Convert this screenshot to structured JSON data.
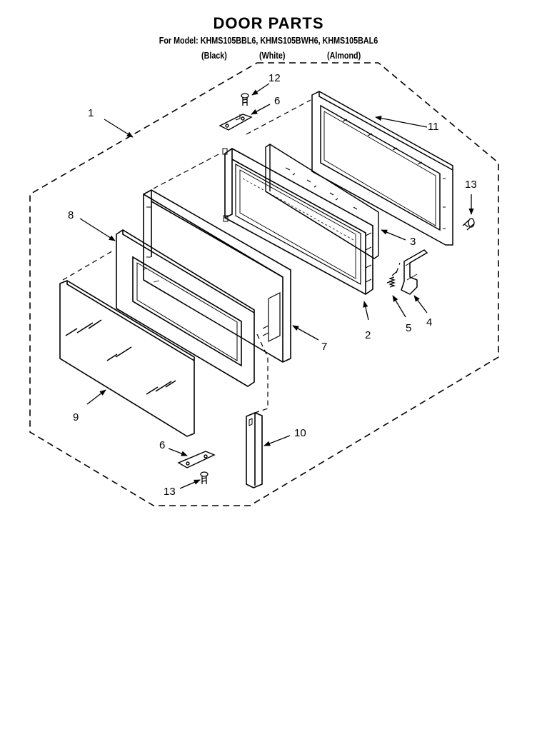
{
  "header": {
    "title": "DOOR PARTS",
    "model_line": "For Model: KHMS105BBL6, KHMS105BWH6, KHMS105BAL6",
    "colors": [
      "(Black)",
      "(White)",
      "(Almond)"
    ]
  },
  "diagram": {
    "callouts": [
      {
        "id": "1",
        "text": "1"
      },
      {
        "id": "12",
        "text": "12"
      },
      {
        "id": "6",
        "text": "6"
      },
      {
        "id": "11",
        "text": "11"
      },
      {
        "id": "13",
        "text": "13"
      },
      {
        "id": "8",
        "text": "8"
      },
      {
        "id": "3",
        "text": "3"
      },
      {
        "id": "4",
        "text": "4"
      },
      {
        "id": "5",
        "text": "5"
      },
      {
        "id": "2",
        "text": "2"
      },
      {
        "id": "7",
        "text": "7"
      },
      {
        "id": "9",
        "text": "9"
      },
      {
        "id": "10",
        "text": "10"
      },
      {
        "id": "6b",
        "text": "6"
      },
      {
        "id": "13b",
        "text": "13"
      }
    ]
  }
}
